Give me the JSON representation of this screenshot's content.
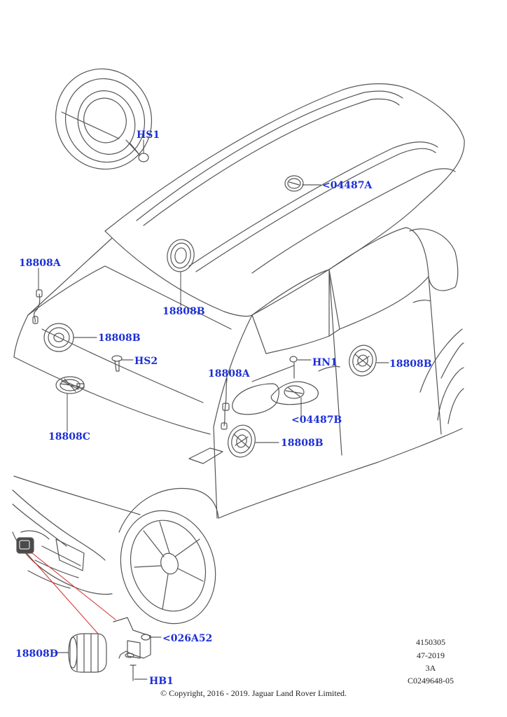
{
  "colors": {
    "callout": "#1c2fd6",
    "line_art": "#555555",
    "leader_red": "#d42a2a",
    "text": "#222222"
  },
  "callouts": {
    "hs1": "HS1",
    "c04487a": "<04487A",
    "c18808a_top": "18808A",
    "c18808b_roof": "18808B",
    "c18808b_left": "18808B",
    "hs2": "HS2",
    "c18808c": "18808C",
    "c18808a_door": "18808A",
    "hn1": "HN1",
    "c18808b_rear": "18808B",
    "c04487b": "<04487B",
    "c18808b_door": "18808B",
    "c026a52": "<026A52",
    "c18808d": "18808D",
    "hb1": "HB1"
  },
  "info_block": {
    "line1": "4150305",
    "line2": "47-2019",
    "line3": "3A",
    "line4": "C0249648-05"
  },
  "copyright": "© Copyright, 2016 - 2019. Jaguar Land Rover Limited."
}
